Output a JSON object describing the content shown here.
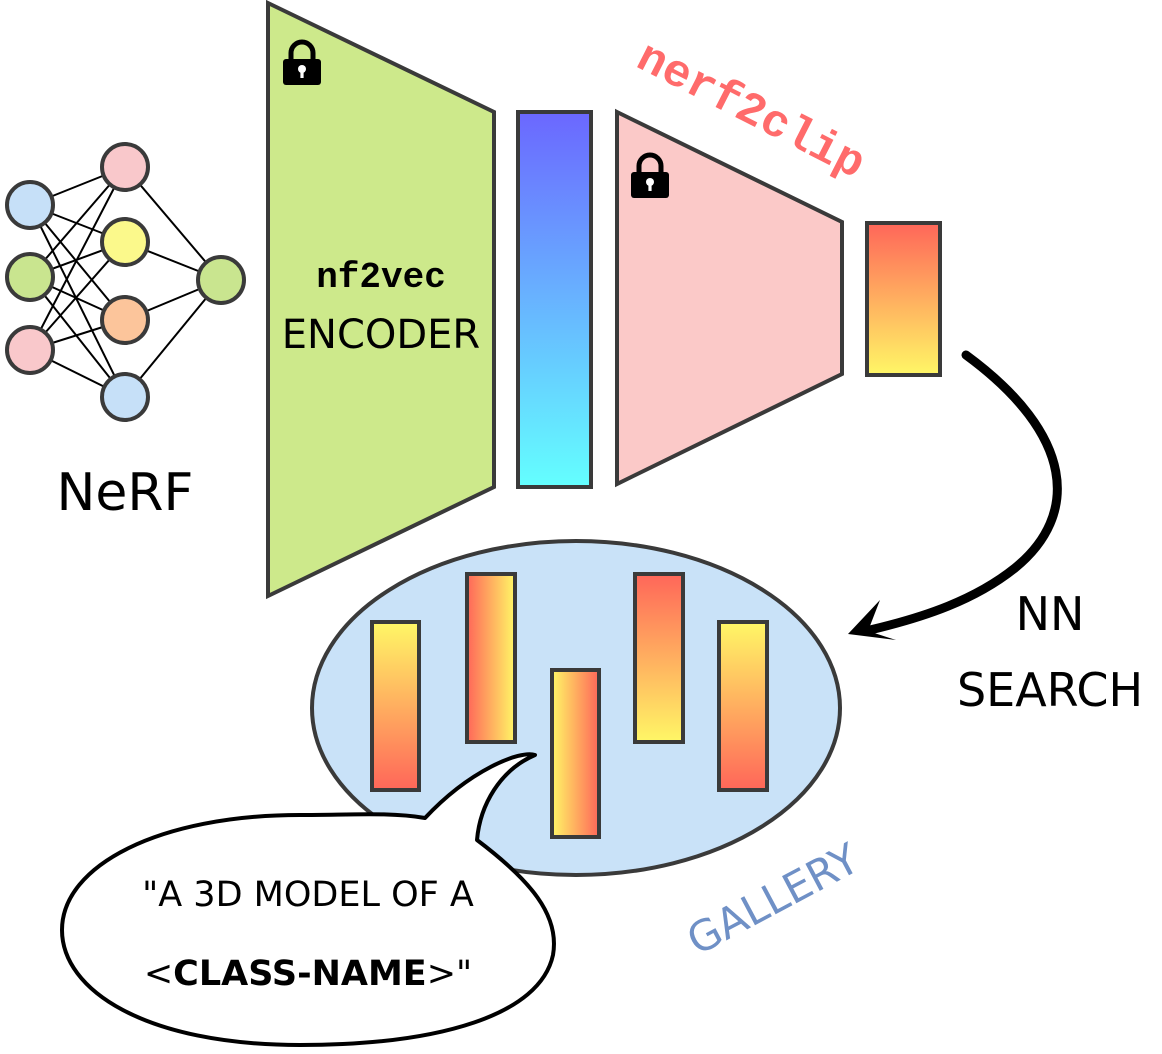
{
  "nerf": {
    "label": "NeRF",
    "node_colors": {
      "input": [
        "#c6e0f8",
        "#c9e58f",
        "#f9c8cb"
      ],
      "hidden": [
        "#f9c8cb",
        "#fbf98b",
        "#fcc59b",
        "#c6e0f8"
      ],
      "output": [
        "#c9e58f"
      ]
    }
  },
  "encoder": {
    "name": "nf2vec",
    "label": "ENCODER",
    "fill": "#cde98b",
    "locked": true,
    "lock_icon": "lock-icon"
  },
  "nf2vec_embedding": {
    "gradient": [
      "#6b67ff",
      "#64ffff"
    ]
  },
  "nerf2clip": {
    "label": "nerf2clip",
    "label_color": "#ff6b6b",
    "fill": "#fbc9c8",
    "locked": true,
    "lock_icon": "lock-icon"
  },
  "clip_embedding": {
    "gradient": [
      "#ff6659",
      "#fff766"
    ]
  },
  "search": {
    "line1": "NN",
    "line2": "SEARCH"
  },
  "gallery": {
    "label": "GALLERY",
    "label_color": "#6f90c6",
    "fill": "#c9e2f8"
  },
  "speech_bubble": {
    "line1": "\"A 3D MODEL OF A",
    "line2_open": "<",
    "line2_bold": "CLASS-NAME",
    "line2_close": ">\""
  },
  "colors": {
    "outline": "#3a3a3a",
    "black": "#000000"
  }
}
